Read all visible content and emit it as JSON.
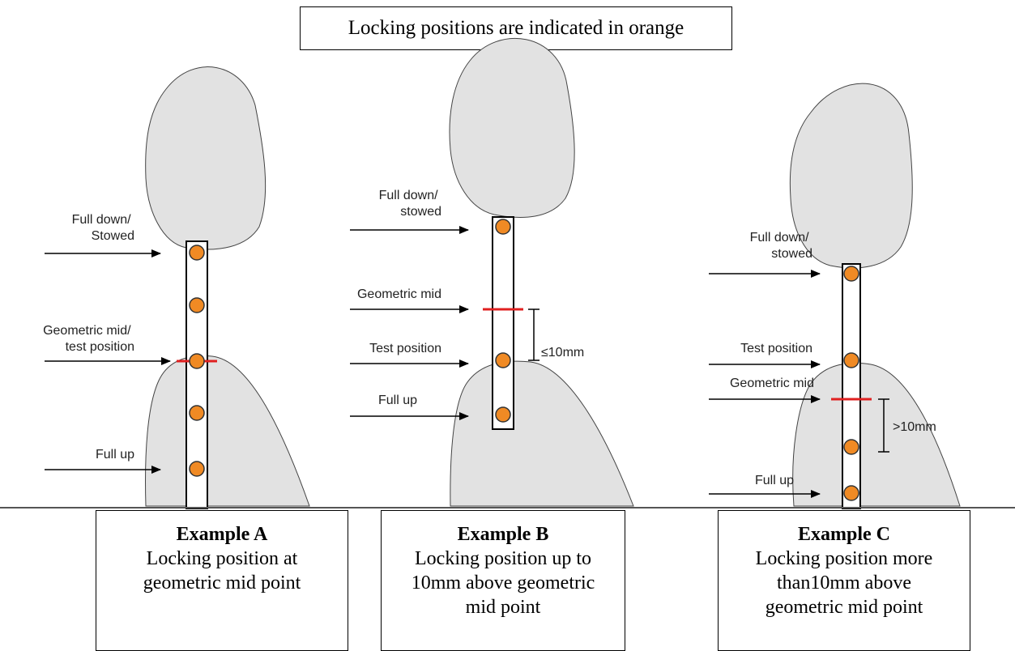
{
  "title": "Locking positions are indicated in orange",
  "colors": {
    "lock": "#f08a24",
    "head": "#e2e2e2",
    "mid": "#e02020"
  },
  "examples": [
    {
      "id": "A",
      "labels": {
        "full_down": [
          "Full down/",
          "Stowed"
        ],
        "geometric_mid": [
          "Geometric mid/",
          "test position"
        ],
        "full_up": [
          "Full up"
        ]
      },
      "caption_title": "Example A",
      "caption_text": "Locking position at geometric mid point"
    },
    {
      "id": "B",
      "labels": {
        "full_down": [
          "Full down/",
          "stowed"
        ],
        "geometric_mid": [
          "Geometric mid"
        ],
        "test_position": [
          "Test position"
        ],
        "full_up": [
          "Full up"
        ]
      },
      "dimension": "≤10mm",
      "caption_title": "Example B",
      "caption_text": "Locking position up to 10mm above geometric mid point"
    },
    {
      "id": "C",
      "labels": {
        "full_down": [
          "Full down/",
          "stowed"
        ],
        "test_position": [
          "Test position"
        ],
        "geometric_mid": [
          "Geometric mid"
        ],
        "full_up": [
          "Full up"
        ]
      },
      "dimension": ">10mm",
      "caption_title": "Example C",
      "caption_text": "Locking position more than10mm above geometric mid point"
    }
  ]
}
